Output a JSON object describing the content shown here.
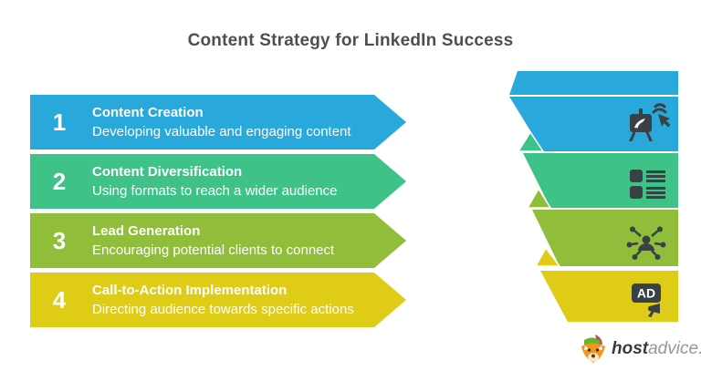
{
  "page": {
    "title": "Content Strategy for LinkedIn Success",
    "background_color": "#ffffff",
    "title_color": "#4f4f4f"
  },
  "steps": [
    {
      "number": "1",
      "title": "Content Creation",
      "description": "Developing valuable and engaging content",
      "color": "#29a8db",
      "icon": "easel-cursor-icon"
    },
    {
      "number": "2",
      "title": "Content Diversification",
      "description": "Using formats to reach a wider audience",
      "color": "#3ec287",
      "icon": "content-formats-icon"
    },
    {
      "number": "3",
      "title": "Lead Generation",
      "description": "Encouraging potential clients to connect",
      "color": "#90be3b",
      "icon": "network-connections-icon"
    },
    {
      "number": "4",
      "title": "Call-to-Action Implementation",
      "description": "Directing audience towards specific actions",
      "color": "#dfcc17",
      "icon": "ad-megaphone-icon"
    }
  ],
  "ribbon": {
    "icon_color": "#3a4144"
  },
  "logo": {
    "brand_bold": "host",
    "brand_light": "advice."
  }
}
